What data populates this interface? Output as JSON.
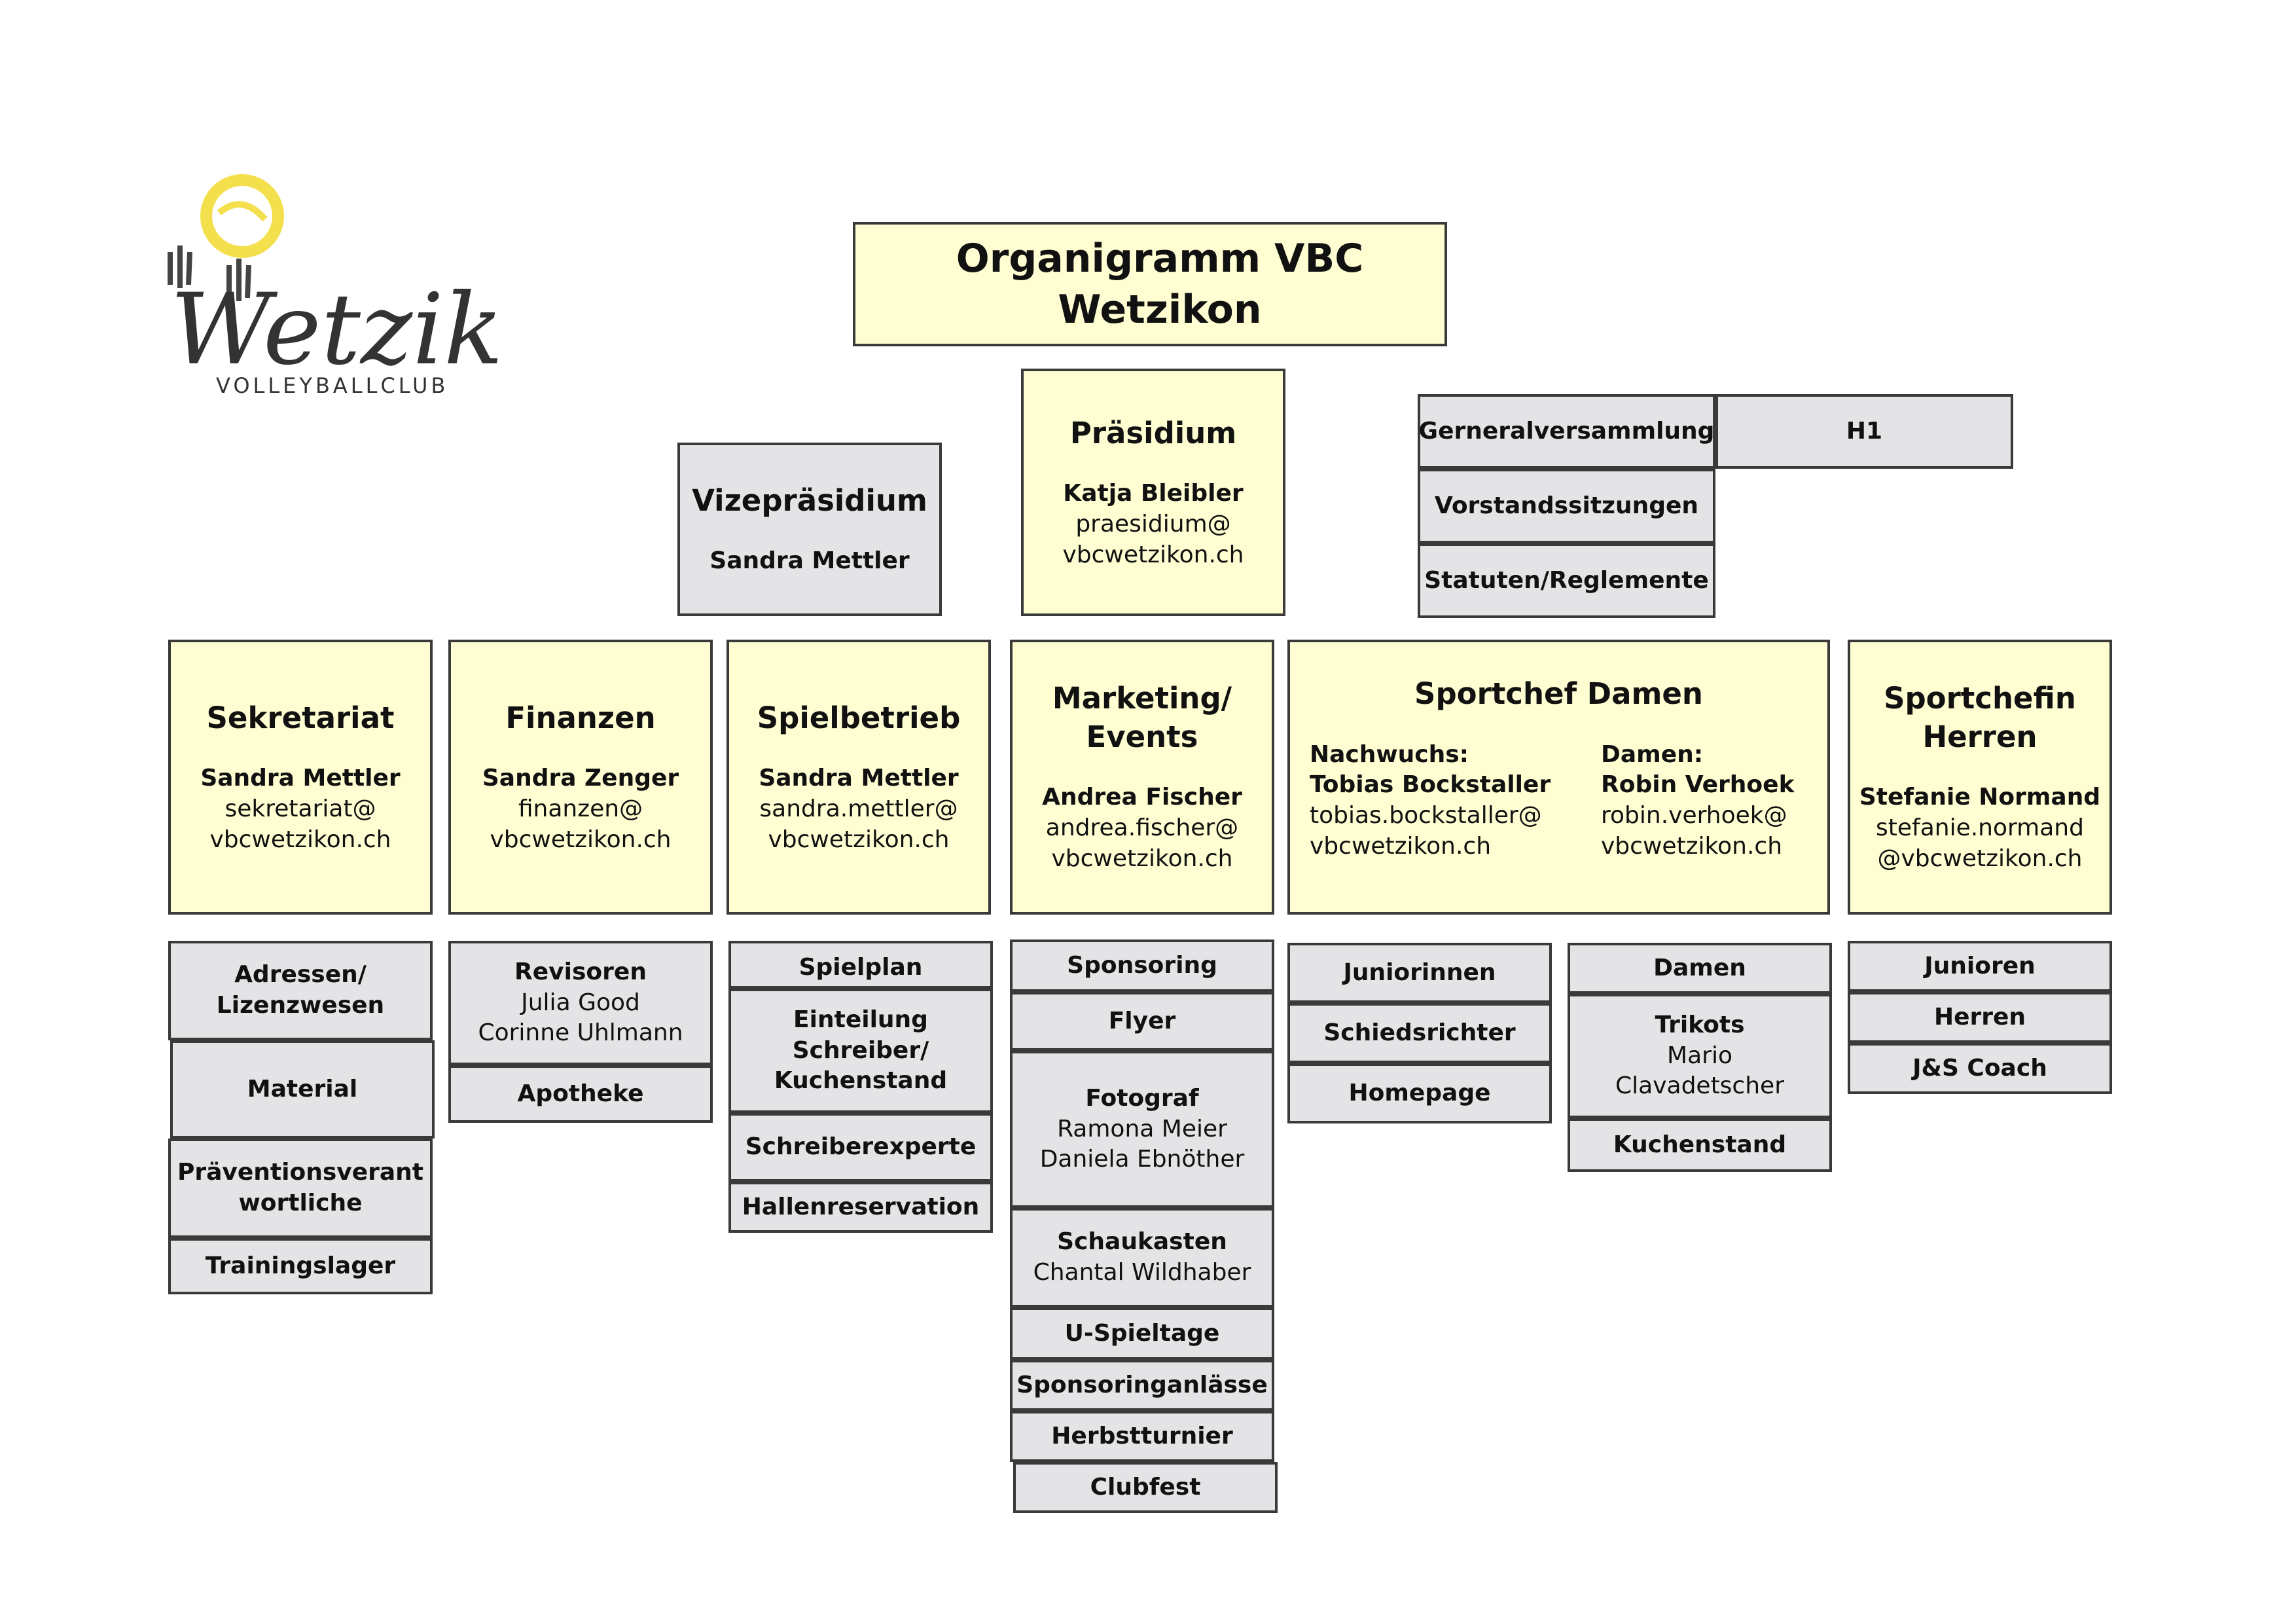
{
  "logo": {
    "wordmark": "Wetzikon",
    "subline": "VOLLEYBALLCLUB",
    "accent": "#f4e04d"
  },
  "title": "Organigramm VBC Wetzikon",
  "praesidium": {
    "title": "Präsidium",
    "name": "Katja Bleibler",
    "email1": "praesidium@",
    "email2": "vbcwetzikon.ch"
  },
  "vize": {
    "title": "Vizepräsidium",
    "name": "Sandra Mettler"
  },
  "assembly": {
    "general": "Gerneralversammlung",
    "h1": "H1",
    "board": "Vorstandssitzungen",
    "statutes": "Statuten/Reglemente"
  },
  "departments": {
    "sekretariat": {
      "title": "Sekretariat",
      "name": "Sandra Mettler",
      "email1": "sekretariat@",
      "email2": "vbcwetzikon.ch"
    },
    "finanzen": {
      "title": "Finanzen",
      "name": "Sandra Zenger",
      "email1": "finanzen@",
      "email2": "vbcwetzikon.ch"
    },
    "spielbetrieb": {
      "title": "Spielbetrieb",
      "name": "Sandra Mettler",
      "email1": "sandra.mettler@",
      "email2": "vbcwetzikon.ch"
    },
    "marketing": {
      "title1": "Marketing/",
      "title2": "Events",
      "name": "Andrea Fischer",
      "email1": "andrea.fischer@",
      "email2": "vbcwetzikon.ch"
    },
    "damen": {
      "title": "Sportchef Damen",
      "left": {
        "label": "Nachwuchs:",
        "name": "Tobias Bockstaller",
        "email1": "tobias.bockstaller@",
        "email2": "vbcwetzikon.ch"
      },
      "right": {
        "label": "Damen:",
        "name": "Robin Verhoek",
        "email1": "robin.verhoek@",
        "email2": "vbcwetzikon.ch"
      }
    },
    "herren": {
      "title1": "Sportchefin",
      "title2": "Herren",
      "name": "Stefanie Normand",
      "email1": "stefanie.normand",
      "email2": "@vbcwetzikon.ch"
    }
  },
  "sek_sub": {
    "adressen1": "Adressen/",
    "adressen2": "Lizenzwesen",
    "material": "Material",
    "praev1": "Präventionsverant",
    "praev2": "wortliche",
    "training": "Trainingslager"
  },
  "fin_sub": {
    "revisoren": "Revisoren",
    "rev1": "Julia Good",
    "rev2": "Corinne Uhlmann",
    "apotheke": "Apotheke"
  },
  "spiel_sub": {
    "spielplan": "Spielplan",
    "eint1": "Einteilung",
    "eint2": "Schreiber/",
    "eint3": "Kuchenstand",
    "schreiber": "Schreiberexperte",
    "halle": "Hallenreservation"
  },
  "mkt_sub": {
    "sponsoring": "Sponsoring",
    "flyer": "Flyer",
    "fotograf": "Fotograf",
    "foto1": "Ramona Meier",
    "foto2": "Daniela Ebnöther",
    "schaukasten": "Schaukasten",
    "schau1": "Chantal Wildhaber",
    "uspiel": "U-Spieltage",
    "sponsanl": "Sponsoringanlässe",
    "herbst": "Herbstturnier",
    "clubfest": "Clubfest"
  },
  "damen_sub_left": {
    "juniorinnen": "Juniorinnen",
    "schiri": "Schiedsrichter",
    "homepage": "Homepage"
  },
  "damen_sub_right": {
    "damen": "Damen",
    "trikots": "Trikots",
    "trik1": "Mario",
    "trik2": "Clavadetscher",
    "kuchen": "Kuchenstand"
  },
  "herren_sub": {
    "junioren": "Junioren",
    "herren": "Herren",
    "js": "J&S Coach"
  }
}
